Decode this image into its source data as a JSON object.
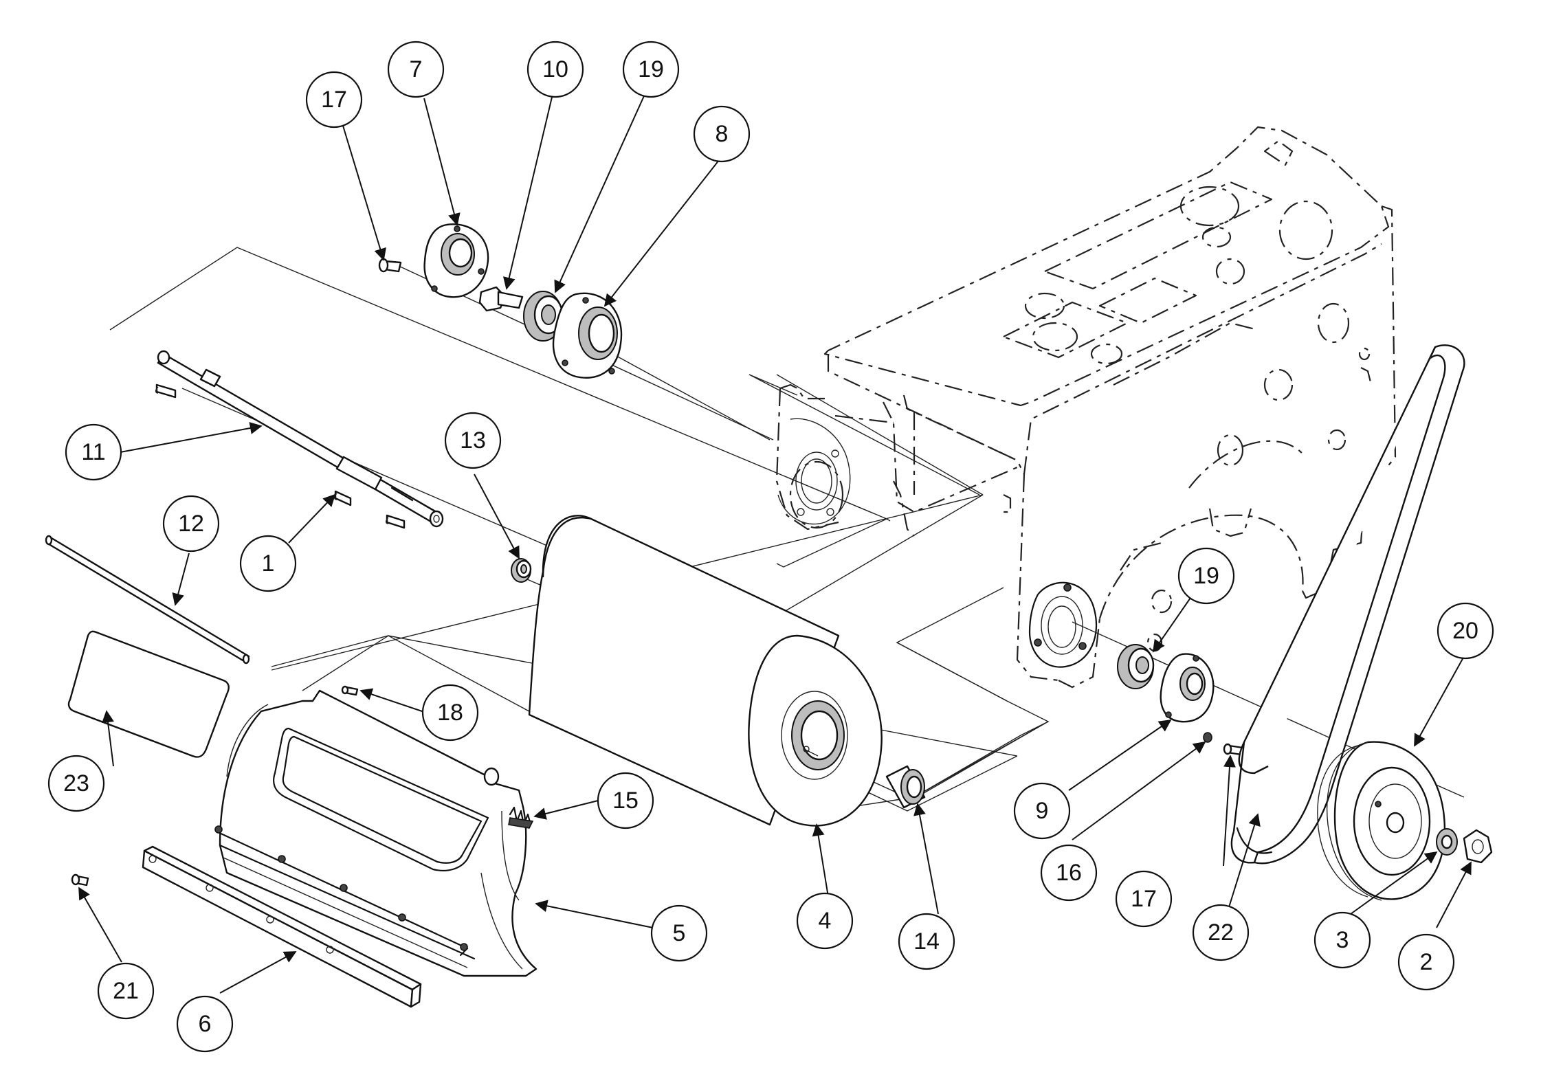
{
  "diagram": {
    "callouts": [
      {
        "id": "c17a",
        "label": "17"
      },
      {
        "id": "c7",
        "label": "7"
      },
      {
        "id": "c10",
        "label": "10"
      },
      {
        "id": "c19a",
        "label": "19"
      },
      {
        "id": "c8",
        "label": "8"
      },
      {
        "id": "c11",
        "label": "11"
      },
      {
        "id": "c13",
        "label": "13"
      },
      {
        "id": "c12",
        "label": "12"
      },
      {
        "id": "c1",
        "label": "1"
      },
      {
        "id": "c18",
        "label": "18"
      },
      {
        "id": "c23",
        "label": "23"
      },
      {
        "id": "c15",
        "label": "15"
      },
      {
        "id": "c5",
        "label": "5"
      },
      {
        "id": "c21",
        "label": "21"
      },
      {
        "id": "c6",
        "label": "6"
      },
      {
        "id": "c4",
        "label": "4"
      },
      {
        "id": "c14",
        "label": "14"
      },
      {
        "id": "c19b",
        "label": "19"
      },
      {
        "id": "c20",
        "label": "20"
      },
      {
        "id": "c9",
        "label": "9"
      },
      {
        "id": "c16",
        "label": "16"
      },
      {
        "id": "c17b",
        "label": "17"
      },
      {
        "id": "c22",
        "label": "22"
      },
      {
        "id": "c3",
        "label": "3"
      },
      {
        "id": "c2",
        "label": "2"
      }
    ]
  }
}
